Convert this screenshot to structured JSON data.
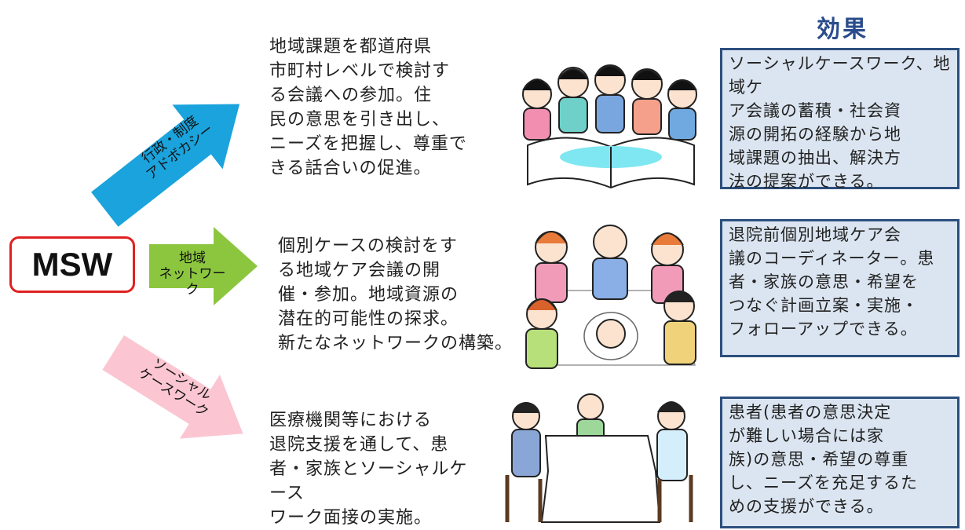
{
  "msw": {
    "label": "MSW"
  },
  "arrows": [
    {
      "lines": [
        "行政・制度",
        "アドボカシー"
      ],
      "color": "#1aa3dc"
    },
    {
      "lines": [
        "地域",
        "ネットワーク"
      ],
      "color": "#8cc63f"
    },
    {
      "lines": [
        "ソーシャル",
        "ケースワーク"
      ],
      "color": "#fbc6d2"
    }
  ],
  "descriptions": [
    "地域課題を都道府県\n市町村レベルで検討す\nる会議への参加。住\n民の意思を引き出し、\nニーズを把握し、尊重で\nきる話合いの促進。",
    "個別ケースの検討をす\nる地域ケア会議の開\n催・参加。地域資源の\n潜在的可能性の探求。\n新たなネットワークの構築。",
    "医療機関等における\n退院支援を通して、患\n者・家族とソーシャルケース\nワーク面接の実施。"
  ],
  "effect_title": "効果",
  "effects": [
    "ソーシャルケースワーク、地域ケ\nア会議の蓄積・社会資\n源の開拓の経験から地\n域課題の抽出、解決方\n法の提案ができる。",
    "退院前個別地域ケア会\n議のコーディネーター。患\n者・家族の意思・希望を\nつなぐ計画立案・実施・\nフォローアップできる。",
    "患者(患者の意思決定\nが難しい場合には家\n族)の意思・希望の尊重\nし、ニーズを充足するた\nめの支援ができる。"
  ],
  "illustrations": [
    "group-reading-book-illustration",
    "care-meeting-illustration",
    "interview-table-illustration"
  ]
}
